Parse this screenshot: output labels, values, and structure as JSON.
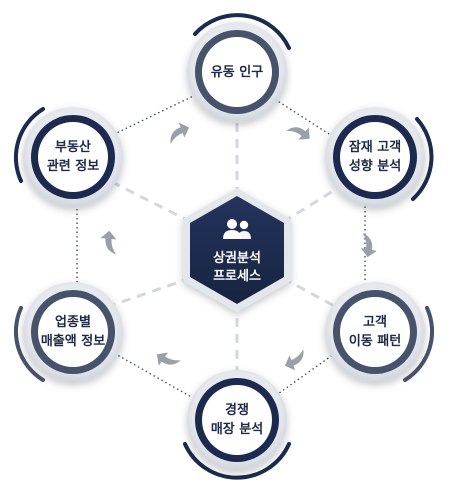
{
  "diagram": {
    "center": {
      "lines": [
        "상권분석",
        "프로세스"
      ],
      "icon": "users-icon"
    },
    "nodes": [
      {
        "id": "floating-population",
        "lines": [
          "유동 인구"
        ]
      },
      {
        "id": "potential-customer",
        "lines": [
          "잠재 고객",
          "성향 분석"
        ]
      },
      {
        "id": "customer-movement",
        "lines": [
          "고객",
          "이동 패턴"
        ]
      },
      {
        "id": "competing-store",
        "lines": [
          "경쟁",
          "매장 분석"
        ]
      },
      {
        "id": "industry-sales",
        "lines": [
          "업종별",
          "매출액 정보"
        ]
      },
      {
        "id": "real-estate",
        "lines": [
          "부동산",
          "관련 정보"
        ]
      }
    ],
    "colors": {
      "navy": "#1b2a4e",
      "steel": "#46536b",
      "connector": "#c9ced6",
      "arrow": "#9aa0a8",
      "circle_fill": "#ffffff",
      "rim": "#e9ecf0"
    }
  }
}
